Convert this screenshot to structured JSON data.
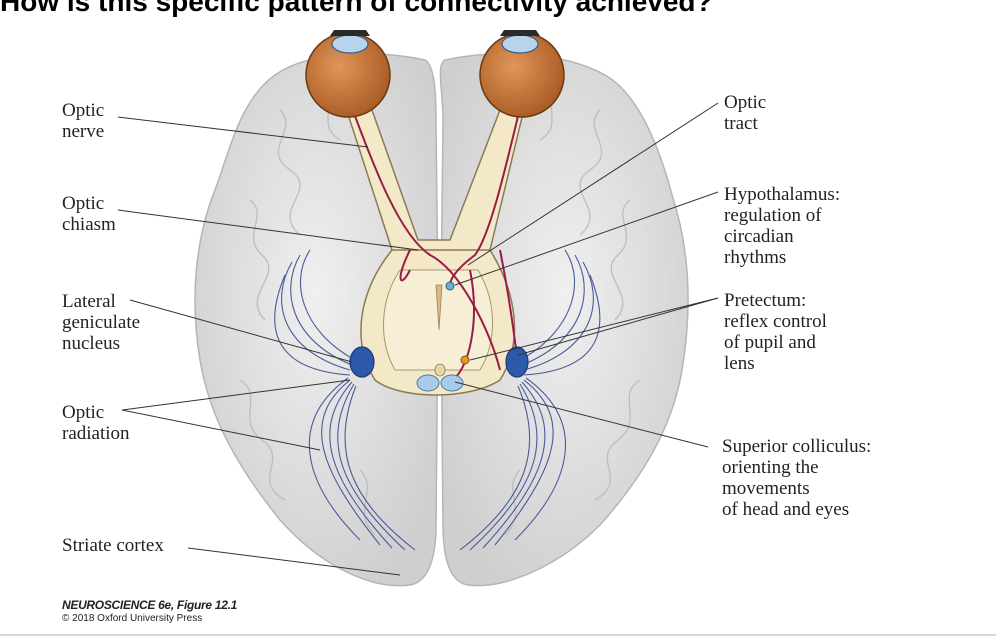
{
  "slide": {
    "title": "How is this specific pattern of connectivity achieved?"
  },
  "labels": {
    "optic_nerve": "Optic\nnerve",
    "optic_chiasm": "Optic\nchiasm",
    "lateral_geniculate": "Lateral\ngeniculate\nnucleus",
    "optic_radiation": "Optic\nradiation",
    "striate_cortex": "Striate cortex",
    "optic_tract": "Optic\ntract",
    "hypothalamus": "Hypothalamus:\nregulation of\ncircadian\nrhythms",
    "pretectum": "Pretectum:\nreflex control\nof pupil and\nlens",
    "superior_colliculus": "Superior colliculus:\norienting the\nmovements\nof head and eyes"
  },
  "credit": {
    "book": "NEUROSCIENCE 6e, Figure 12.1",
    "copyright": "© 2018 Oxford University Press"
  },
  "colors": {
    "brain": "#e4e4e4",
    "brain_shade": "#c9c9c9",
    "optic_pathway": "#f3e8c8",
    "fiber": "#9b1b45",
    "radiation": "#4a5a9a",
    "lgn": "#2c5aa8",
    "eyeball": "#c8783a",
    "leader_line": "#333333"
  }
}
